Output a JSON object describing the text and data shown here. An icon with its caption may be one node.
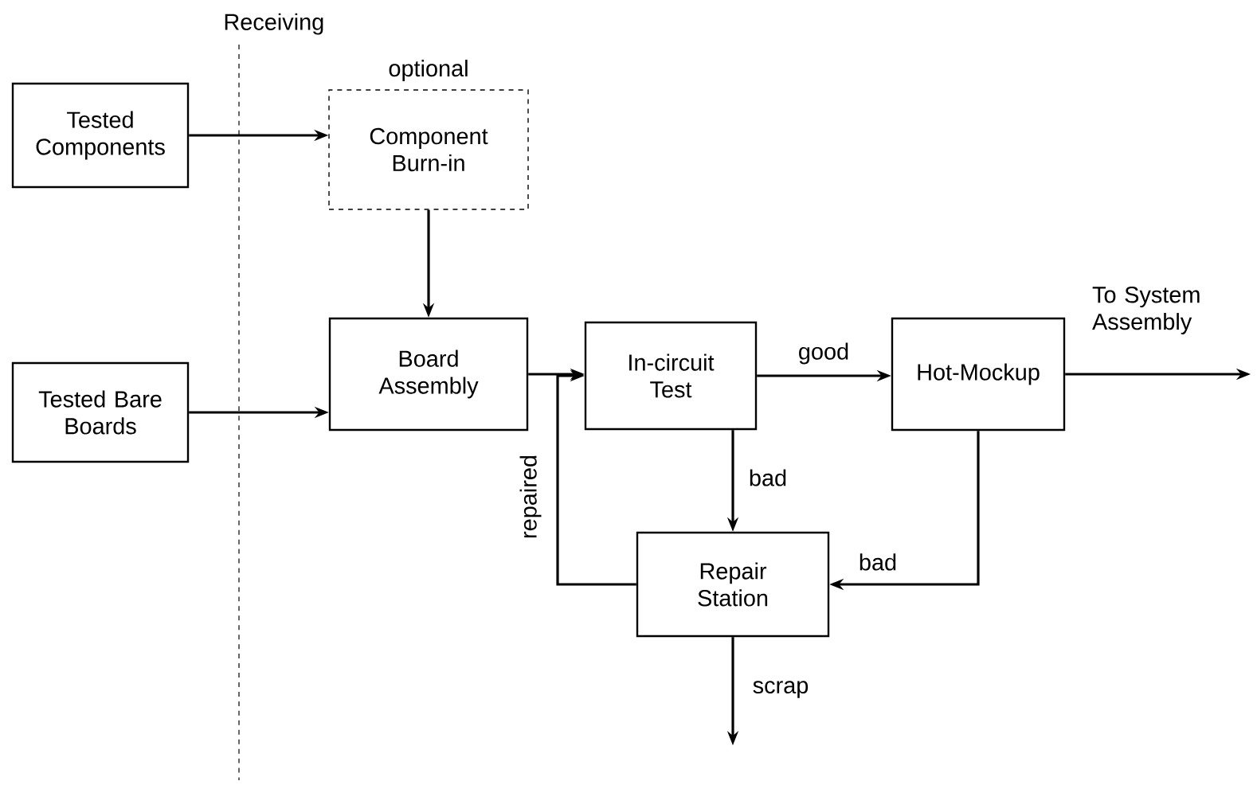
{
  "diagram": {
    "nodes": [
      {
        "text": [
          "Tested Components"
        ]
      },
      {
        "text": [
          "Component Burn-in"
        ],
        "beside": [
          "optional"
        ]
      },
      {
        "text": [
          "Tested Bare Boards"
        ]
      },
      {
        "text": [
          "Board Assembly"
        ]
      },
      {
        "text": [
          "In-circuit Test"
        ]
      },
      {
        "text": [
          "Hot-Mockup"
        ]
      },
      {
        "text": [
          "Repair Station"
        ]
      }
    ],
    "edges": [
      {
        "from": 0,
        "to": 1,
        "arrow": "to"
      },
      {
        "from": 1,
        "to": 3,
        "arrow": "to"
      },
      {
        "from": 2,
        "to": 3,
        "arrow": "to"
      },
      {
        "from": 3,
        "to": 4,
        "arrow": "to"
      },
      {
        "from": 4,
        "to": 5,
        "arrow": "to",
        "label": "good"
      },
      {
        "from": 4,
        "to": 6,
        "arrow": "to",
        "label": "bad"
      },
      {
        "from": 5,
        "to": 6,
        "arrow": "to",
        "label": "bad"
      },
      {
        "from": 6,
        "to": 4,
        "arrow": "to",
        "label": "repaired"
      },
      {
        "from": 5,
        "to": null,
        "arrow": "to",
        "label": "To System Assembly"
      },
      {
        "from": 6,
        "to": null,
        "arrow": "to",
        "label": "scrap"
      }
    ],
    "labels": [
      "Receiving"
    ]
  }
}
